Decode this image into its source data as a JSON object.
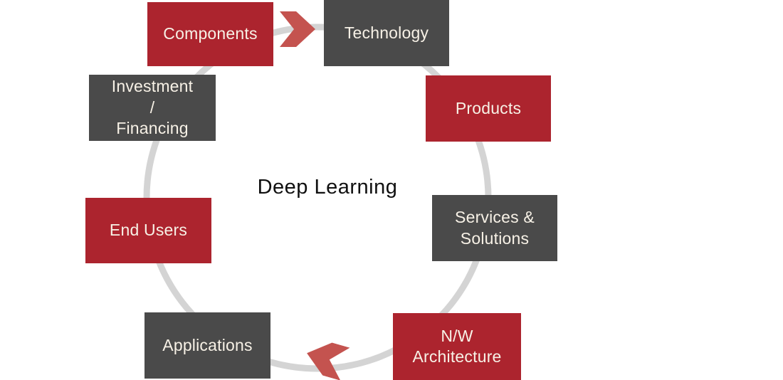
{
  "diagram": {
    "title": "Deep Learning",
    "type": "circular-cycle",
    "cycle_nodes": [
      {
        "label": "Components",
        "color": "red"
      },
      {
        "label": "Technology",
        "color": "dark-gray"
      },
      {
        "label": "Products",
        "color": "red"
      },
      {
        "label": "Services &\nSolutions",
        "color": "dark-gray"
      },
      {
        "label": "N/W\nArchitecture",
        "color": "red"
      },
      {
        "label": "Applications",
        "color": "dark-gray"
      },
      {
        "label": "End Users",
        "color": "red"
      },
      {
        "label": "Investment\n/\nFinancing",
        "color": "dark-gray"
      }
    ],
    "arrows": [
      {
        "name": "flow-arrow-right",
        "direction": "right",
        "between": [
          "Components",
          "Technology"
        ]
      },
      {
        "name": "flow-arrow-left",
        "direction": "left",
        "between": [
          "N/W Architecture",
          "Applications"
        ]
      }
    ]
  },
  "colors": {
    "box-red": "#ac242e",
    "box-gray": "#4a4a4a",
    "arrow-red": "#c4534f",
    "ring-gray": "#d4d4d4",
    "box-text": "#f7f1e6",
    "title-text": "#101010"
  }
}
